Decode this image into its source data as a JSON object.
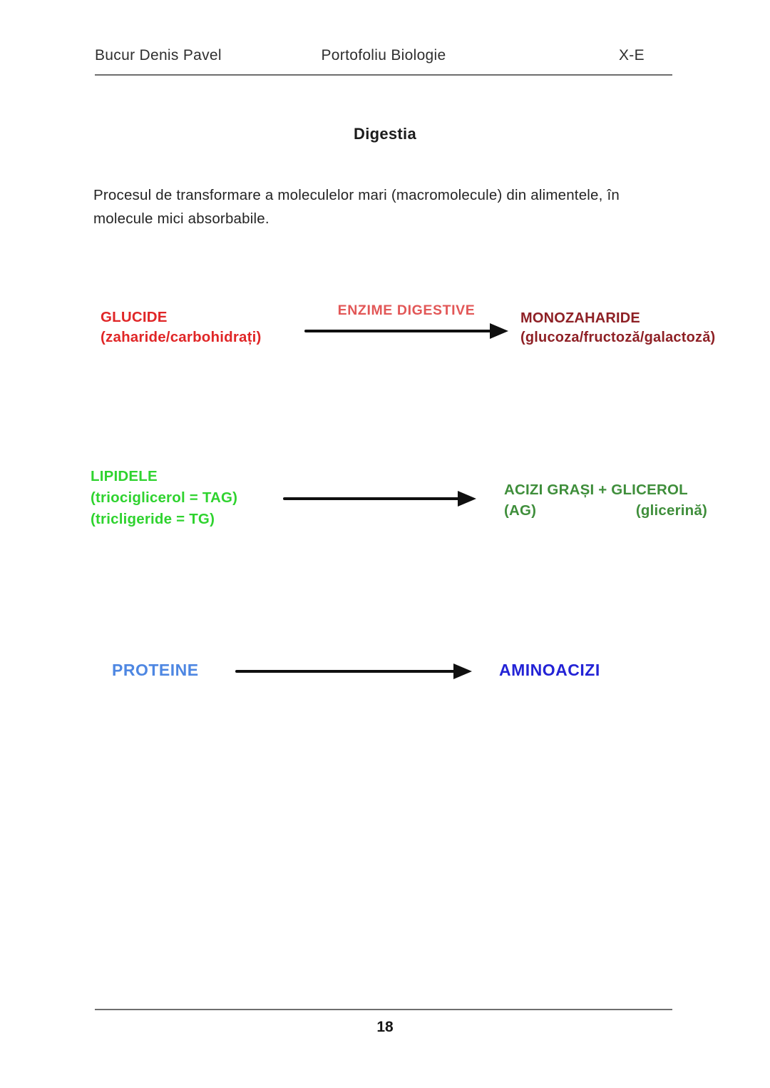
{
  "page": {
    "header": {
      "author": "Bucur Denis Pavel",
      "document_title": "Portofoliu Biologie",
      "class_label": "X-E"
    },
    "title": "Digestia",
    "intro_line1": "Procesul de transformare a moleculelor mari (macromolecule) din alimentele, în",
    "intro_line2": "molecule mici absorbabile.",
    "footer_page_number": "18"
  },
  "reactions": [
    {
      "substrate_line1": "GLUCIDE",
      "substrate_line2": "(zaharide/carbohidrați)",
      "arrow_label": "ENZIME DIGESTIVE",
      "product_line1": "MONOZAHARIDE",
      "product_line2": "(glucoza/fructoză/galactoză)"
    },
    {
      "substrate_line1": "LIPIDELE",
      "substrate_line2": "(triociglicerol = TAG)",
      "substrate_line3": "(tricligeride = TG)",
      "product_line1": "ACIZI GRAȘI + GLICEROL",
      "product_line2_left": "(AG)",
      "product_line2_right": "(glicerină)"
    },
    {
      "substrate": "PROTEINE",
      "product": "AMINOACIZI"
    }
  ],
  "colors": {
    "substrate_red": "#e02627",
    "enzyme_label_red": "#e25757",
    "product_dark_red": "#8e2025",
    "substrate_bright_green": "#2fd32f",
    "product_dark_green": "#3f8e3b",
    "substrate_light_blue": "#4e87e2",
    "product_royal_blue": "#2323d6",
    "arrow_black": "#101010",
    "rule_gray": "#6e6e6e",
    "body_text": "#242424"
  }
}
